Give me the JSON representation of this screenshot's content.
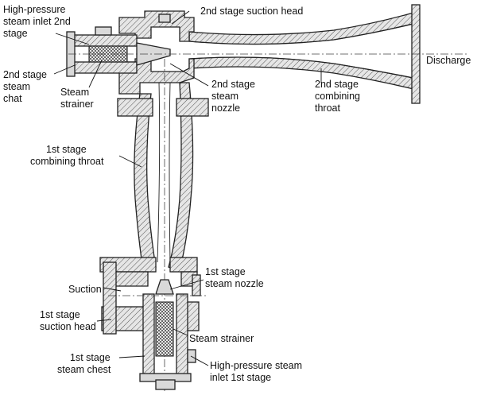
{
  "labels": {
    "hp_inlet_2nd": [
      "High-pressure",
      "steam inlet 2nd",
      "stage"
    ],
    "suction_head_2nd": [
      "2nd stage suction head"
    ],
    "discharge": [
      "Discharge"
    ],
    "steam_chest_2nd": [
      "2nd stage",
      "steam",
      "chat"
    ],
    "strainer_2nd": [
      "Steam",
      "strainer"
    ],
    "nozzle_2nd": [
      "2nd stage",
      "steam",
      "nozzle"
    ],
    "throat_2nd": [
      "2nd stage",
      "combining",
      "throat"
    ],
    "throat_1st": [
      "1st stage",
      "combining throat"
    ],
    "suction": [
      "Suction"
    ],
    "nozzle_1st": [
      "1st stage",
      "steam nozzle"
    ],
    "suction_head_1st": [
      "1st stage",
      "suction head"
    ],
    "strainer_1st": [
      "Steam strainer"
    ],
    "steam_chest_1st": [
      "1st stage",
      "steam chest"
    ],
    "hp_inlet_1st": [
      "High-pressure steam",
      "inlet 1st stage"
    ]
  }
}
